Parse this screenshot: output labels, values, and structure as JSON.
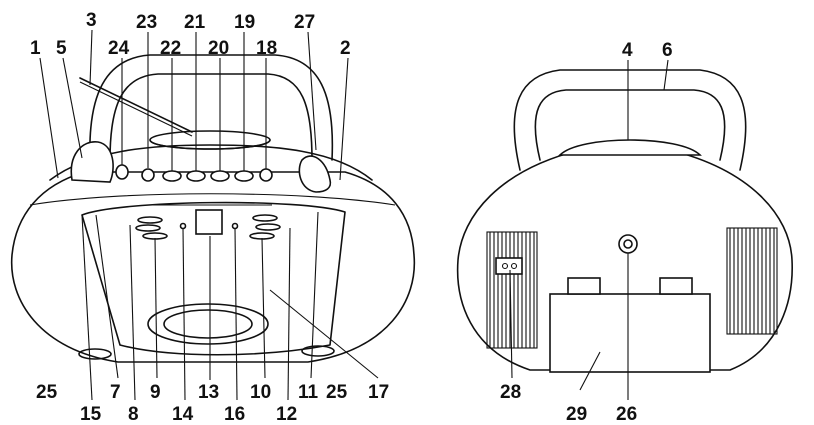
{
  "front_view": {
    "callouts": [
      "1",
      "2",
      "3",
      "5",
      "7",
      "8",
      "9",
      "10",
      "11",
      "12",
      "13",
      "14",
      "15",
      "16",
      "17",
      "18",
      "19",
      "20",
      "21",
      "22",
      "23",
      "24",
      "25",
      "25",
      "27"
    ]
  },
  "back_view": {
    "callouts": [
      "4",
      "6",
      "26",
      "28",
      "29"
    ]
  }
}
